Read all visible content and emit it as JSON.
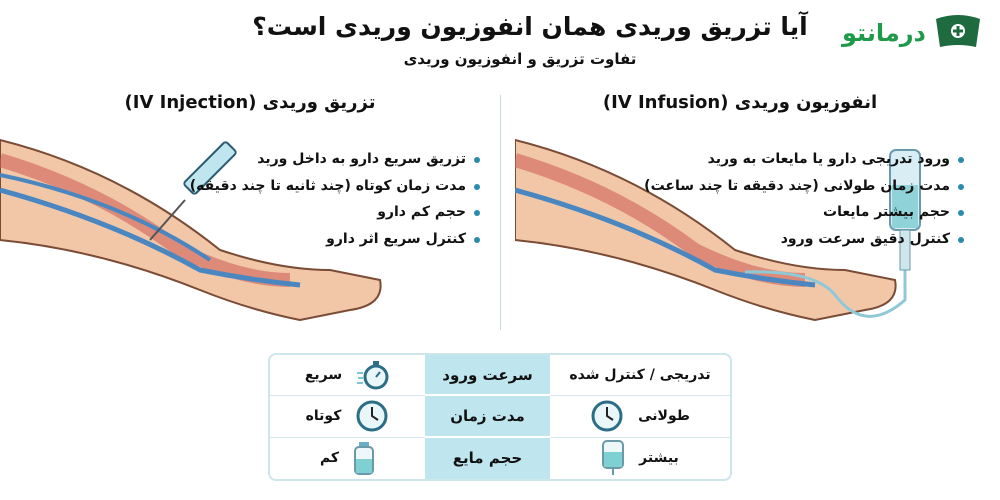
{
  "header": {
    "title": "آیا تزریق وریدی همان انفوزیون وریدی است؟",
    "subtitle": "تفاوت تزریق و انفوزیون وریدی",
    "logo_text": "درمانتو",
    "brand_color": "#1f9a4a"
  },
  "injection": {
    "heading": "تزریق وریدی (IV Injection)",
    "bullets": [
      "تزریق سریع دارو به داخل ورید",
      "مدت زمان کوتاه (چند ثانیه تا چند دقیقه)",
      "حجم کم دارو",
      "کنترل سریع اثر دارو"
    ]
  },
  "infusion": {
    "heading": "انفوزیون وریدی (IV Infusion)",
    "bullets": [
      "ورود تدریجی دارو یا مایعات به ورید",
      "مدت زمان طولانی (چند دقیقه تا چند ساعت)",
      "حجم بیشتر مایعات",
      "کنترل دقیق سرعت ورود"
    ]
  },
  "comparison": {
    "rows": [
      {
        "criterion": "سرعت ورود",
        "injection": "سریع",
        "injection_icon": "stopwatch-icon",
        "infusion": "تدریجی / کنترل شده",
        "infusion_icon": ""
      },
      {
        "criterion": "مدت زمان",
        "injection": "کوتاه",
        "injection_icon": "clock-icon",
        "infusion": "طولانی",
        "infusion_icon": "clock-icon"
      },
      {
        "criterion": "حجم مایع",
        "injection": "کم",
        "injection_icon": "vial-icon",
        "infusion": "بیشتر",
        "infusion_icon": "iv-bag-icon"
      }
    ]
  }
}
